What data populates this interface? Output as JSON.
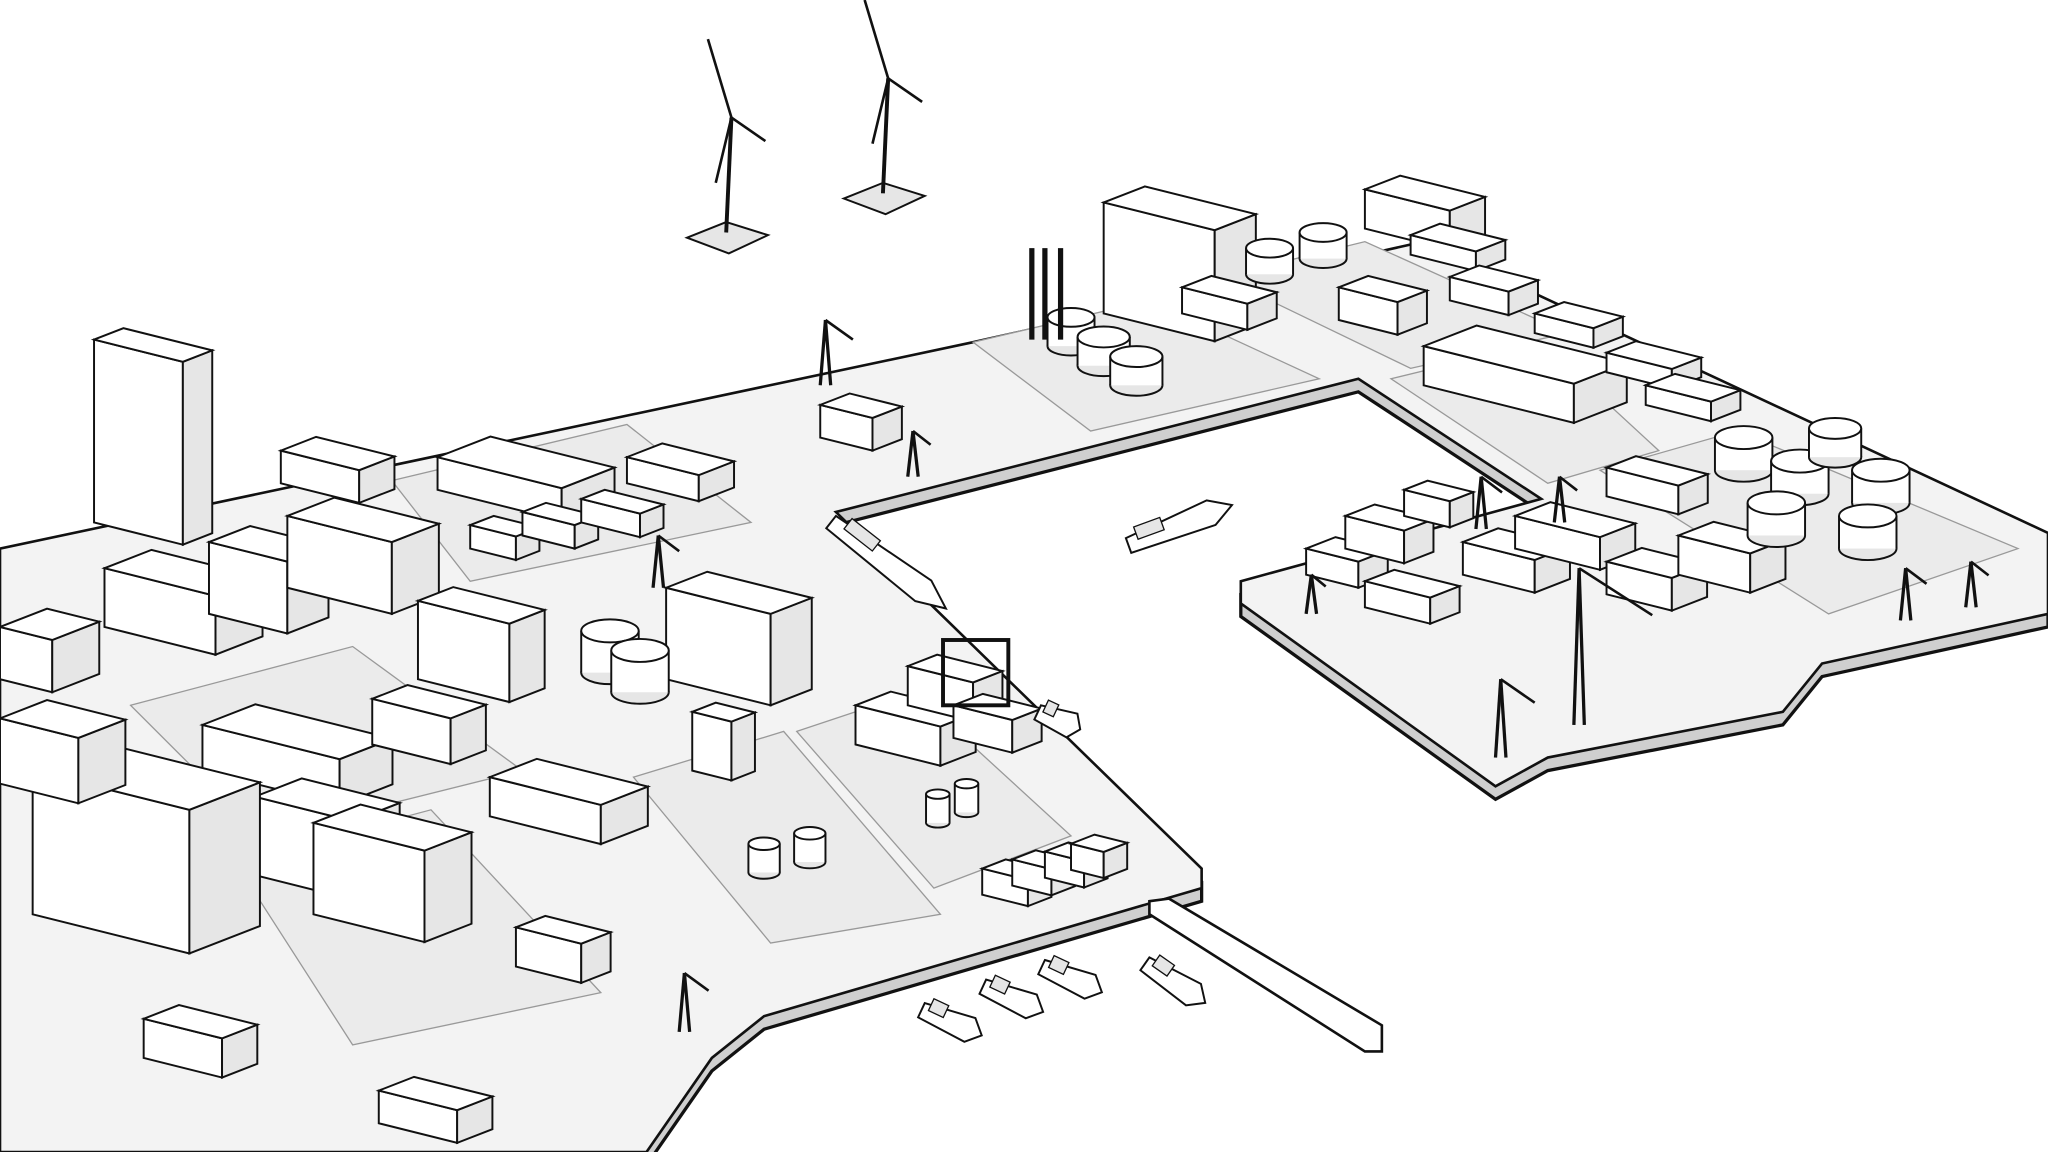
{
  "scene": {
    "kind": "isometric-line-art-industrial-port",
    "colors": {
      "line": "#111111",
      "ground": "#f3f3f3",
      "face_light": "#ffffff",
      "face_mid": "#e6e6e6",
      "face_dark": "#cfcfcf",
      "zone": "#ebebeb"
    },
    "objects": [
      "wind-turbine",
      "wind-turbine",
      "tower-building",
      "storage-tank",
      "warehouse",
      "ship",
      "crane",
      "container-stack",
      "gantry-crane",
      "pier"
    ]
  }
}
